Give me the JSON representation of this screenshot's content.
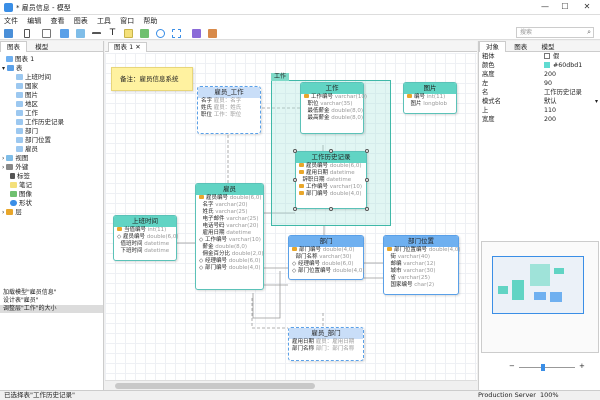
{
  "window": {
    "title": "* 雇员信息 - 模型",
    "minimize": "—",
    "maximize": "☐",
    "close": "✕"
  },
  "menu": [
    "文件",
    "编辑",
    "查看",
    "图表",
    "工具",
    "窗口",
    "帮助"
  ],
  "search": {
    "placeholder": "搜索"
  },
  "left_panel": {
    "tabs": [
      "图表",
      "模型"
    ],
    "tree": [
      {
        "label": "图表 1",
        "level": 0
      },
      {
        "label": "表",
        "level": 0
      },
      {
        "label": "上班时间",
        "level": 1
      },
      {
        "label": "国家",
        "level": 1
      },
      {
        "label": "图片",
        "level": 1
      },
      {
        "label": "地区",
        "level": 1
      },
      {
        "label": "工作",
        "level": 1
      },
      {
        "label": "工作历史记录",
        "level": 1
      },
      {
        "label": "部门",
        "level": 1
      },
      {
        "label": "部门位置",
        "level": 1
      },
      {
        "label": "雇员",
        "level": 1
      },
      {
        "label": "视图",
        "level": 0
      },
      {
        "label": "外键",
        "level": 0
      },
      {
        "label": "标签",
        "level": 0
      },
      {
        "label": "笔记",
        "level": 0
      },
      {
        "label": "图像",
        "level": 0
      },
      {
        "label": "形状",
        "level": 0
      },
      {
        "label": "层",
        "level": 0
      }
    ],
    "log": [
      "加载模型\"雇员信息\"",
      "设计表\"雇员\"",
      "调整层\"工作\"的大小"
    ]
  },
  "canvas": {
    "tab": "图表 1",
    "note": "备注：雇员信息系统",
    "group_label": "工作",
    "entities": {
      "emp_work": {
        "title": "雇员_工作",
        "rows": [
          [
            "名字",
            "雇员：名字"
          ],
          [
            "姓氏",
            "雇员：姓氏"
          ],
          [
            "职位",
            "工作：职位"
          ]
        ]
      },
      "work": {
        "title": "工作",
        "rows": [
          [
            "工作编号",
            "varchar(10)"
          ],
          [
            "职位",
            "varchar(35)"
          ],
          [
            "最低薪金",
            "double(8,0)"
          ],
          [
            "最高薪金",
            "double(8,0)"
          ]
        ]
      },
      "picture": {
        "title": "图片",
        "rows": [
          [
            "编号",
            "int(11)"
          ],
          [
            "图片",
            "longblob"
          ]
        ]
      },
      "history": {
        "title": "工作历史记录",
        "rows": [
          [
            "雇员编号",
            "double(6,0)"
          ],
          [
            "雇用日期",
            "datetime"
          ],
          [
            "辞职日期",
            "datetime"
          ],
          [
            "工作编号",
            "varchar(10)"
          ],
          [
            "部门编号",
            "double(4,0)"
          ]
        ]
      },
      "employee": {
        "title": "雇员",
        "rows": [
          [
            "雇员编号",
            "double(6,0)"
          ],
          [
            "名字",
            "varchar(20)"
          ],
          [
            "姓氏",
            "varchar(25)"
          ],
          [
            "电子邮件",
            "varchar(25)"
          ],
          [
            "电话号码",
            "varchar(20)"
          ],
          [
            "雇用日期",
            "datetime"
          ],
          [
            "工作编号",
            "varchar(10)"
          ],
          [
            "薪金",
            "double(8,0)"
          ],
          [
            "佣金百分比",
            "double(2,0)"
          ],
          [
            "经理编号",
            "double(6,0)"
          ],
          [
            "部门编号",
            "double(4,0)"
          ]
        ]
      },
      "shift": {
        "title": "上班时间",
        "rows": [
          [
            "当值编号",
            "int(11)"
          ],
          [
            "雇员编号",
            "double(6,0)"
          ],
          [
            "值班时间",
            "datetime"
          ],
          [
            "下班时间",
            "datetime"
          ]
        ]
      },
      "dept": {
        "title": "部门",
        "rows": [
          [
            "部门编号",
            "double(4,0)"
          ],
          [
            "部门名称",
            "varchar(30)"
          ],
          [
            "经理编号",
            "double(6,0)"
          ],
          [
            "部门位置编号",
            "double(4,0)"
          ]
        ]
      },
      "location": {
        "title": "部门位置",
        "rows": [
          [
            "部门位置编号",
            "double(4,0)"
          ],
          [
            "街",
            "varchar(40)"
          ],
          [
            "邮编",
            "varchar(12)"
          ],
          [
            "城市",
            "varchar(30)"
          ],
          [
            "省",
            "varchar(25)"
          ],
          [
            "国家编号",
            "char(2)"
          ]
        ]
      },
      "emp_dept": {
        "title": "雇员_部门",
        "rows": [
          [
            "雇用日期",
            "雇员：雇用日期"
          ],
          [
            "部门名称",
            "部门：部门名称"
          ]
        ]
      }
    }
  },
  "right_panel": {
    "tabs": [
      "对象",
      "图表",
      "模型"
    ],
    "props": [
      {
        "k": "粗体",
        "v": "假"
      },
      {
        "k": "颜色",
        "v": "#60dbd1"
      },
      {
        "k": "高度",
        "v": "200"
      },
      {
        "k": "左",
        "v": "90"
      },
      {
        "k": "名",
        "v": "工作历史记录"
      },
      {
        "k": "模式名",
        "v": "默认"
      },
      {
        "k": "上",
        "v": "110"
      },
      {
        "k": "宽度",
        "v": "200"
      }
    ],
    "zoom_minus": "−",
    "zoom_plus": "+"
  },
  "status": {
    "left": "已选择表\"工作历史记录\"",
    "server": "Production Server",
    "zoom": "100%"
  },
  "colors": {
    "teal": "#61d4c4",
    "blue": "#6fb0f0",
    "group": "#7fdac8"
  }
}
